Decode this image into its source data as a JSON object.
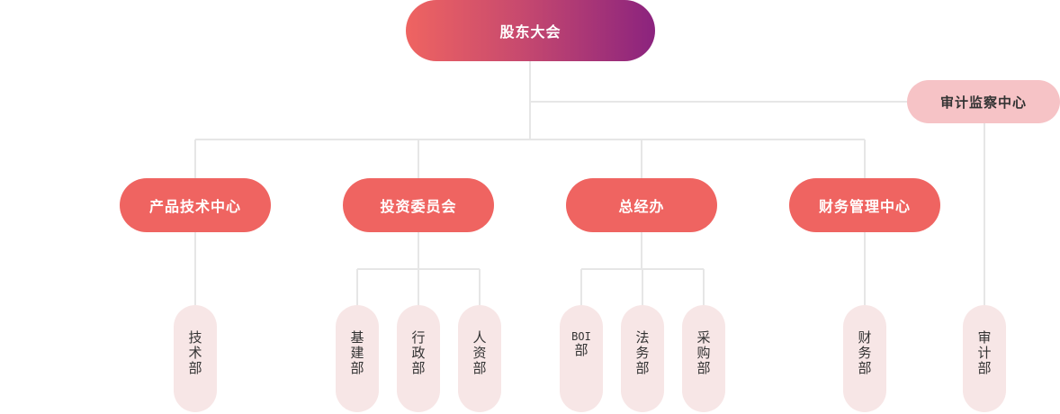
{
  "root": {
    "label": "股东大会"
  },
  "audit": {
    "label": "审计监察中心"
  },
  "departments": [
    {
      "label": "产品技术中心",
      "subunits": [
        {
          "label": "技术部"
        }
      ]
    },
    {
      "label": "投资委员会",
      "subunits": [
        {
          "label": "基建部"
        },
        {
          "label": "行政部"
        },
        {
          "label": "人资部"
        }
      ]
    },
    {
      "label": "总经办",
      "subunits": [
        {
          "label": "BOI部"
        },
        {
          "label": "法务部"
        },
        {
          "label": "采购部"
        }
      ]
    },
    {
      "label": "财务管理中心",
      "subunits": [
        {
          "label": "财务部"
        }
      ]
    }
  ],
  "audit_subunit": {
    "label": "审计部"
  }
}
